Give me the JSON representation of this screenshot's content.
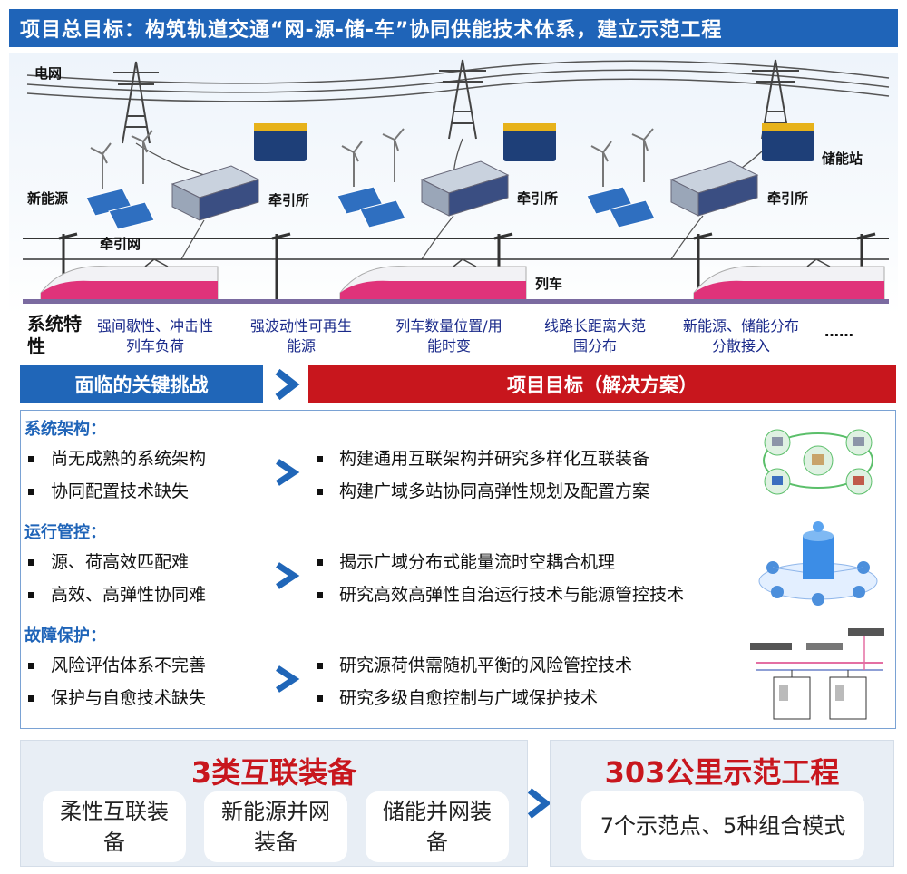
{
  "title": "项目总目标：构筑轨道交通“网-源-储-车”协同供能技术体系，建立示范工程",
  "scene": {
    "labels": {
      "grid": "电网",
      "new_energy": "新能源",
      "substation1": "牵引所",
      "substation2": "牵引所",
      "substation3": "牵引所",
      "storage": "储能站",
      "traction_net": "牵引网",
      "train": "列车"
    }
  },
  "features": {
    "head": "系统特性",
    "items": [
      "强间歇性、冲击性列车负荷",
      "强波动性可再生能源",
      "列车数量位置/用能时变",
      "线路长距离大范围分布",
      "新能源、储能分布分散接入",
      "……"
    ]
  },
  "bands": {
    "left": "面临的关键挑战",
    "right": "项目目标（解决方案）"
  },
  "sections": [
    {
      "title": "系统架构：",
      "challenges": [
        "尚无成熟的系统架构",
        "协同配置技术缺失"
      ],
      "solutions": [
        "构建通用互联架构并研究多样化互联装备",
        "构建广域多站协同高弹性规划及配置方案"
      ],
      "icon": "network-diagram-icon"
    },
    {
      "title": "运行管控：",
      "challenges": [
        "源、荷高效匹配难",
        "高效、高弹性协同难"
      ],
      "solutions": [
        "揭示广域分布式能量流时空耦合机理",
        "研究高效高弹性自治运行技术与能源管控技术"
      ],
      "icon": "data-center-icon"
    },
    {
      "title": "故障保护：",
      "challenges": [
        "风险评估体系不完善",
        "保护与自愈技术缺失"
      ],
      "solutions": [
        "研究源荷供需随机平衡的风险管控技术",
        "研究多级自愈控制与广域保护技术"
      ],
      "icon": "protection-device-icon"
    }
  ],
  "outcomes": {
    "equipment": {
      "title": "3类互联装备",
      "items": [
        "柔性互联装备",
        "新能源并网装备",
        "储能并网装备"
      ]
    },
    "demo": {
      "title": "303公里示范工程",
      "detail": "7个示范点、5种组合模式"
    }
  },
  "colors": {
    "title_blue": "#1f64b8",
    "accent_red": "#c8161d",
    "feature_text": "#1a2a8a"
  }
}
